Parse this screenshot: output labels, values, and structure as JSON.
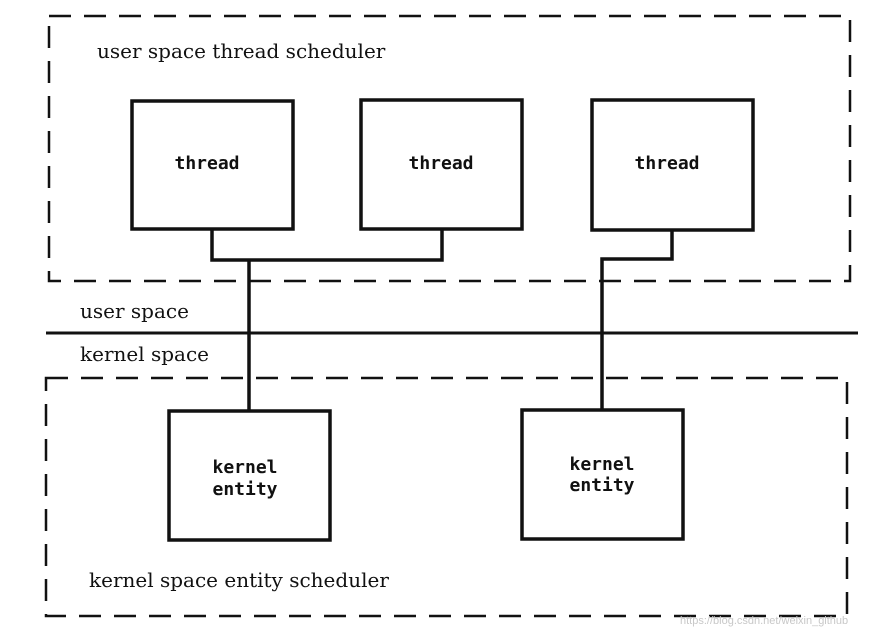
{
  "user_scheduler": {
    "label": "user space thread scheduler",
    "threads": [
      {
        "label": "thread"
      },
      {
        "label": "thread"
      },
      {
        "label": "thread"
      }
    ]
  },
  "boundary": {
    "user_label": "user space",
    "kernel_label": "kernel space"
  },
  "kernel_scheduler": {
    "label": "kernel space entity scheduler",
    "entities": [
      {
        "line1": "kernel",
        "line2": "entity"
      },
      {
        "line1": "kernel",
        "line2": "entity"
      }
    ]
  },
  "watermark": "https://blog.csdn.net/weixin_github"
}
